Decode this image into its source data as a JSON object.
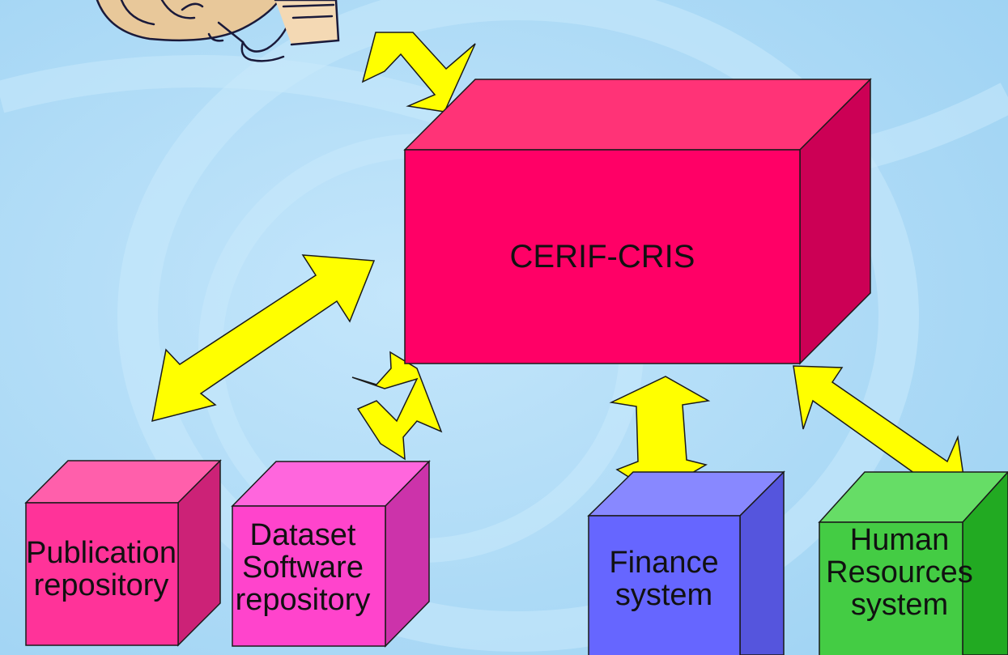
{
  "nodes": {
    "cris": {
      "label": "CERIF-CRIS",
      "color": "#ff0066"
    },
    "publication": {
      "lines": [
        "Publication",
        "repository"
      ],
      "color": "#ff3399"
    },
    "dataset": {
      "lines": [
        "Dataset",
        "Software",
        "repository"
      ],
      "color": "#ff44cc"
    },
    "finance": {
      "lines": [
        "Finance",
        "system"
      ],
      "color": "#6666ff"
    },
    "hr": {
      "lines": [
        "Human",
        "Resources",
        "system"
      ],
      "color": "#44cc44"
    }
  },
  "colors": {
    "arrow": "#ffff00",
    "background": "#aedcf8"
  },
  "icons": {
    "user": "person-at-desk-icon"
  }
}
